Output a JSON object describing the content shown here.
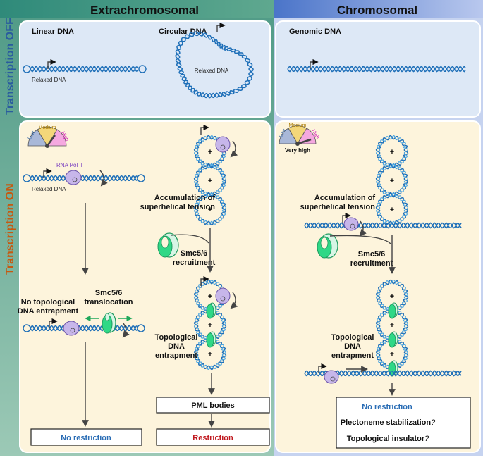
{
  "headers": {
    "extrachromosomal": "Extrachromosomal",
    "chromosomal": "Chromosomal"
  },
  "rows": {
    "transcription_off": "Transcription OFF",
    "transcription_on": "Transcription ON"
  },
  "off_panel": {
    "linear_title": "Linear DNA",
    "linear_caption": "Relaxed DNA",
    "circular_title": "Circular DNA",
    "circular_caption": "Relaxed DNA",
    "genomic_title": "Genomic DNA"
  },
  "gauge": {
    "low": "Low",
    "medium": "Medium",
    "high": "High",
    "very_high": "Very high"
  },
  "linear_on": {
    "pol_label": "RNA Pol II",
    "relaxed_caption": "Relaxed DNA",
    "no_entrapment_line1": "No topological",
    "no_entrapment_line2": "DNA entrapment",
    "translocation_line1": "Smc5/6",
    "translocation_line2": "translocation",
    "outcome": "No restriction"
  },
  "circular_on": {
    "accum_line1": "Accumulation of",
    "accum_line2": "superhelical tension",
    "recruit_line1": "Smc5/6",
    "recruit_line2": "recruitment",
    "entrap_line1": "Topological",
    "entrap_line2": "DNA",
    "entrap_line3": "entrapment",
    "pml": "PML bodies",
    "outcome": "Restriction"
  },
  "chromosomal_on": {
    "accum_line1": "Accumulation of",
    "accum_line2": "superhelical tension",
    "recruit_line1": "Smc5/6",
    "recruit_line2": "recruitment",
    "entrap_line1": "Topological",
    "entrap_line2": "DNA",
    "entrap_line3": "entrapment",
    "outcome_title": "No restriction",
    "outcome_line1": "Plectoneme stabilization",
    "outcome_line2": "Topological insulator",
    "q": "?"
  },
  "plus": "+",
  "colors": {
    "accent_blue": "#2a6db5",
    "restriction_red": "#c0181e",
    "on_orange": "#c55a11",
    "smc_green": "#2fd886",
    "pol_purple": "#b9a3e3"
  }
}
